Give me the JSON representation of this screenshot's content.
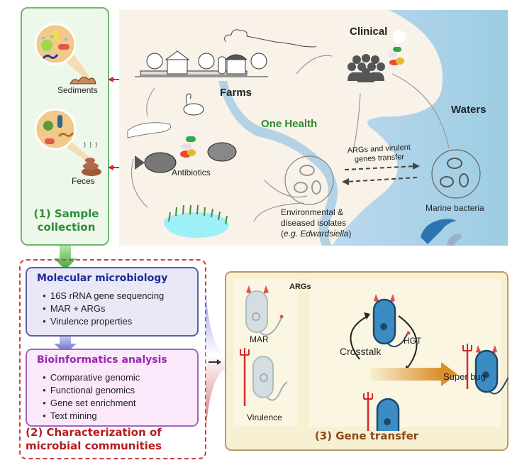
{
  "panel1": {
    "title": "(1) Sample collection",
    "items": [
      {
        "label": "Sediments",
        "icon": "sediment-microbes-icon"
      },
      {
        "label": "Feces",
        "icon": "feces-microbes-icon"
      }
    ],
    "colors": {
      "border": "#6cb86a",
      "fill": "#eef8ea",
      "title": "#2e8b3a",
      "arrow": "#d42a2a"
    }
  },
  "scene": {
    "labels": {
      "farms": "Farms",
      "clinical": "Clinical",
      "one_health": "One Health",
      "waters": "Waters",
      "antibiotics": "Antibiotics",
      "transfer_line1": "ARGs and virulent",
      "transfer_line2": "genes transfer",
      "marine": "Marine bacteria",
      "env_line1": "Environmental &",
      "env_line2": "diseased isolates",
      "env_line3_pre": "(",
      "env_line3_italic_eg": "e.g.",
      "env_line3_italic_genus": "Edwardsiella",
      "env_line3_post": ")"
    },
    "colors": {
      "land": "#f8f2e8",
      "water": "#a8d0e8",
      "river": "#b4d2e6",
      "one_health": "#2e8b2e"
    }
  },
  "panel2": {
    "molecular": {
      "title": "Molecular microbiology",
      "items": [
        "16S rRNA gene sequencing",
        "MAR + ARGs",
        "Virulence properties"
      ]
    },
    "bioinformatics": {
      "title": "Bioinformatics analysis",
      "items": [
        "Comparative genomic",
        "Functional genomics",
        "Gene set enrichment",
        "Text mining"
      ]
    },
    "title": "(2) Characterization of microbial communities",
    "colors": {
      "border": "#c8414a",
      "title": "#b51d1d",
      "mol_title": "#1d2a96",
      "bio_title": "#9a27b3"
    }
  },
  "panel3": {
    "title": "(3) Gene transfer",
    "labels": {
      "args": "ARGs",
      "mar": "MAR",
      "virulence": "Virulence",
      "crosstalk": "Crosstalk",
      "hgt": "HGT",
      "superbug": "Super bug"
    },
    "colors": {
      "fill": "#f8f0d2",
      "border": "#b89a6a",
      "title": "#8a4a17",
      "bacteria": "#3c8cc4",
      "pale_bacteria": "#d4dde0",
      "horn": "#e0505a",
      "trident": "#d42a2a",
      "hgt_arrow": "#d9902a"
    }
  }
}
